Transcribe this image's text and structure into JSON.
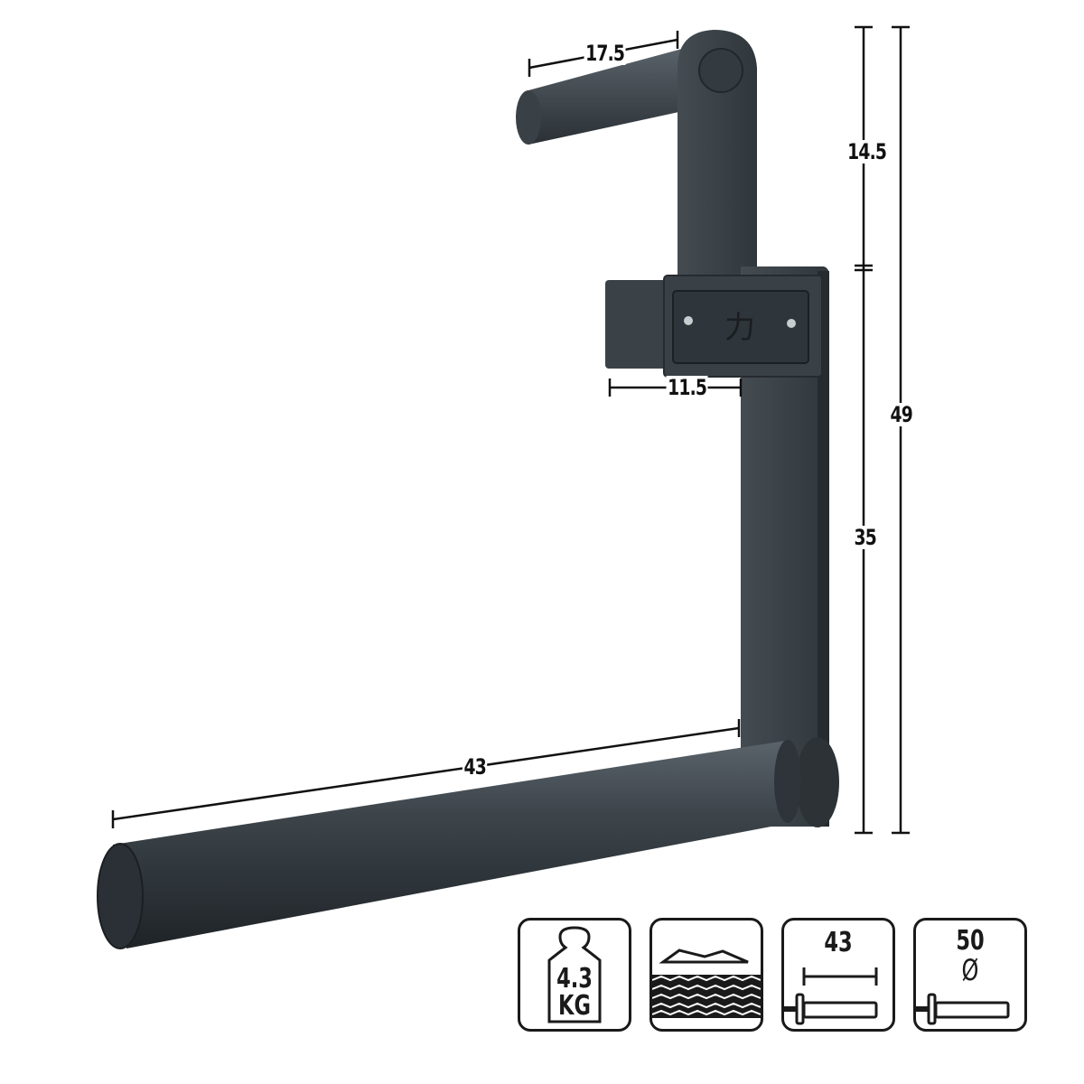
{
  "product": {
    "name": "Landmine / lever arm attachment (product dimension illustration)",
    "logo_glyph": "力",
    "colors": {
      "metal": "#3a4045",
      "metal_dark": "#23282c",
      "metal_light": "#545c62",
      "line": "#111111",
      "background": "#ffffff"
    }
  },
  "dimensions": {
    "handle_length": "17.5",
    "upper_height": "14.5",
    "sleeve_depth": "11.5",
    "lower_height": "35",
    "total_height": "49",
    "bar_length": "43"
  },
  "badges": [
    {
      "name": "weight",
      "icon": "weight-icon",
      "line1": "4.3",
      "line2": "KG"
    },
    {
      "name": "texture",
      "icon": "knurling-texture-icon"
    },
    {
      "name": "length",
      "icon": "bar-length-icon",
      "value": "43"
    },
    {
      "name": "diameter",
      "icon": "bar-diameter-icon",
      "value": "50",
      "symbol": "Ø"
    }
  ]
}
